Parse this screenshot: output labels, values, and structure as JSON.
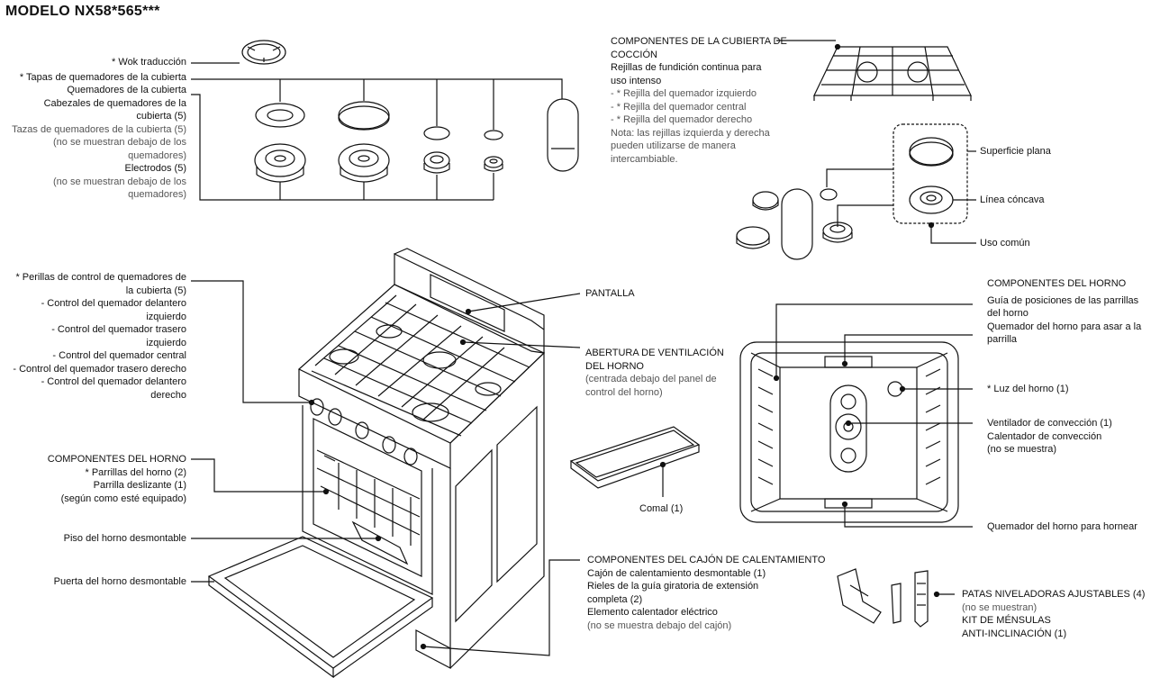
{
  "title": "MODELO NX58*565***",
  "cooktop": {
    "wok": "* Wok traducción",
    "burner_caps": "* Tapas de quemadores de la cubierta",
    "burners": "Quemadores de la cubierta",
    "heads_1": "Cabezales de quemadores de la",
    "heads_2": "cubierta (5)",
    "cups_1": "Tazas de quemadores de la cubierta (5)",
    "cups_2": "(no se muestran debajo de los",
    "cups_3": "quemadores)",
    "electrodes": "Electrodos (5)",
    "electrodes_note_1": "(no se muestran debajo de los",
    "electrodes_note_2": "quemadores)"
  },
  "grates": {
    "heading_1": "COMPONENTES DE LA CUBIERTA DE",
    "heading_2": "COCCIÓN",
    "sub_1": "Rejillas de fundición continua para",
    "sub_2": "uso intenso",
    "left": "- * Rejilla del quemador izquierdo",
    "center": "- * Rejilla del quemador central",
    "right": "- * Rejilla del quemador derecho",
    "note_1": "Nota: las rejillas izquierda y derecha",
    "note_2": "pueden utilizarse de manera",
    "note_3": "intercambiable."
  },
  "caps_detail": {
    "flat": "Superficie plana",
    "concave": "Línea cóncava",
    "common": "Uso común"
  },
  "knobs": {
    "heading_1": "* Perillas de control de quemadores de",
    "heading_2": "la cubierta (5)",
    "front_left_1": "- Control del quemador delantero",
    "front_left_2": "izquierdo",
    "rear_left_1": "- Control del quemador trasero",
    "rear_left_2": "izquierdo",
    "center": "- Control del quemador central",
    "rear_right": "- Control del quemador trasero derecho",
    "front_right_1": "- Control del quemador delantero",
    "front_right_2": "derecho"
  },
  "oven_left": {
    "heading": "COMPONENTES DEL HORNO",
    "racks": "* Parrillas del horno (2)",
    "sliding": "Parrilla deslizante (1)",
    "equipped": "(según como esté equipado)",
    "floor": "Piso del horno desmontable",
    "door": "Puerta del horno desmontable"
  },
  "display": "PANTALLA",
  "vent": {
    "heading_1": "ABERTURA DE VENTILACIÓN",
    "heading_2": "DEL HORNO",
    "note_1": "(centrada debajo del panel de",
    "note_2": "control del horno)"
  },
  "griddle": "Comal (1)",
  "oven_right": {
    "heading": "COMPONENTES DEL HORNO",
    "guide_1": "Guía de posiciones de las parrillas",
    "guide_2": "del horno",
    "broil_1": "Quemador del horno para asar a la",
    "broil_2": "parrilla",
    "light": "* Luz del horno (1)",
    "fan": "Ventilador de convección (1)",
    "heater": "Calentador de convección",
    "heater_note": "(no se muestra)",
    "bake": "Quemador del horno para hornear"
  },
  "drawer": {
    "heading": "COMPONENTES DEL CAJÓN DE CALENTAMIENTO",
    "drawer": "Cajón de calentamiento desmontable (1)",
    "rails_1": "Rieles de la guía giratoria de extensión",
    "rails_2": "completa (2)",
    "element": "Elemento calentador eléctrico",
    "element_note": "(no se muestra debajo del cajón)"
  },
  "legs": {
    "heading": "PATAS NIVELADORAS AJUSTABLES (4)",
    "note": "(no se muestran)",
    "kit_1": "KIT DE MÉNSULAS",
    "kit_2": "ANTI-INCLINACIÓN (1)"
  }
}
